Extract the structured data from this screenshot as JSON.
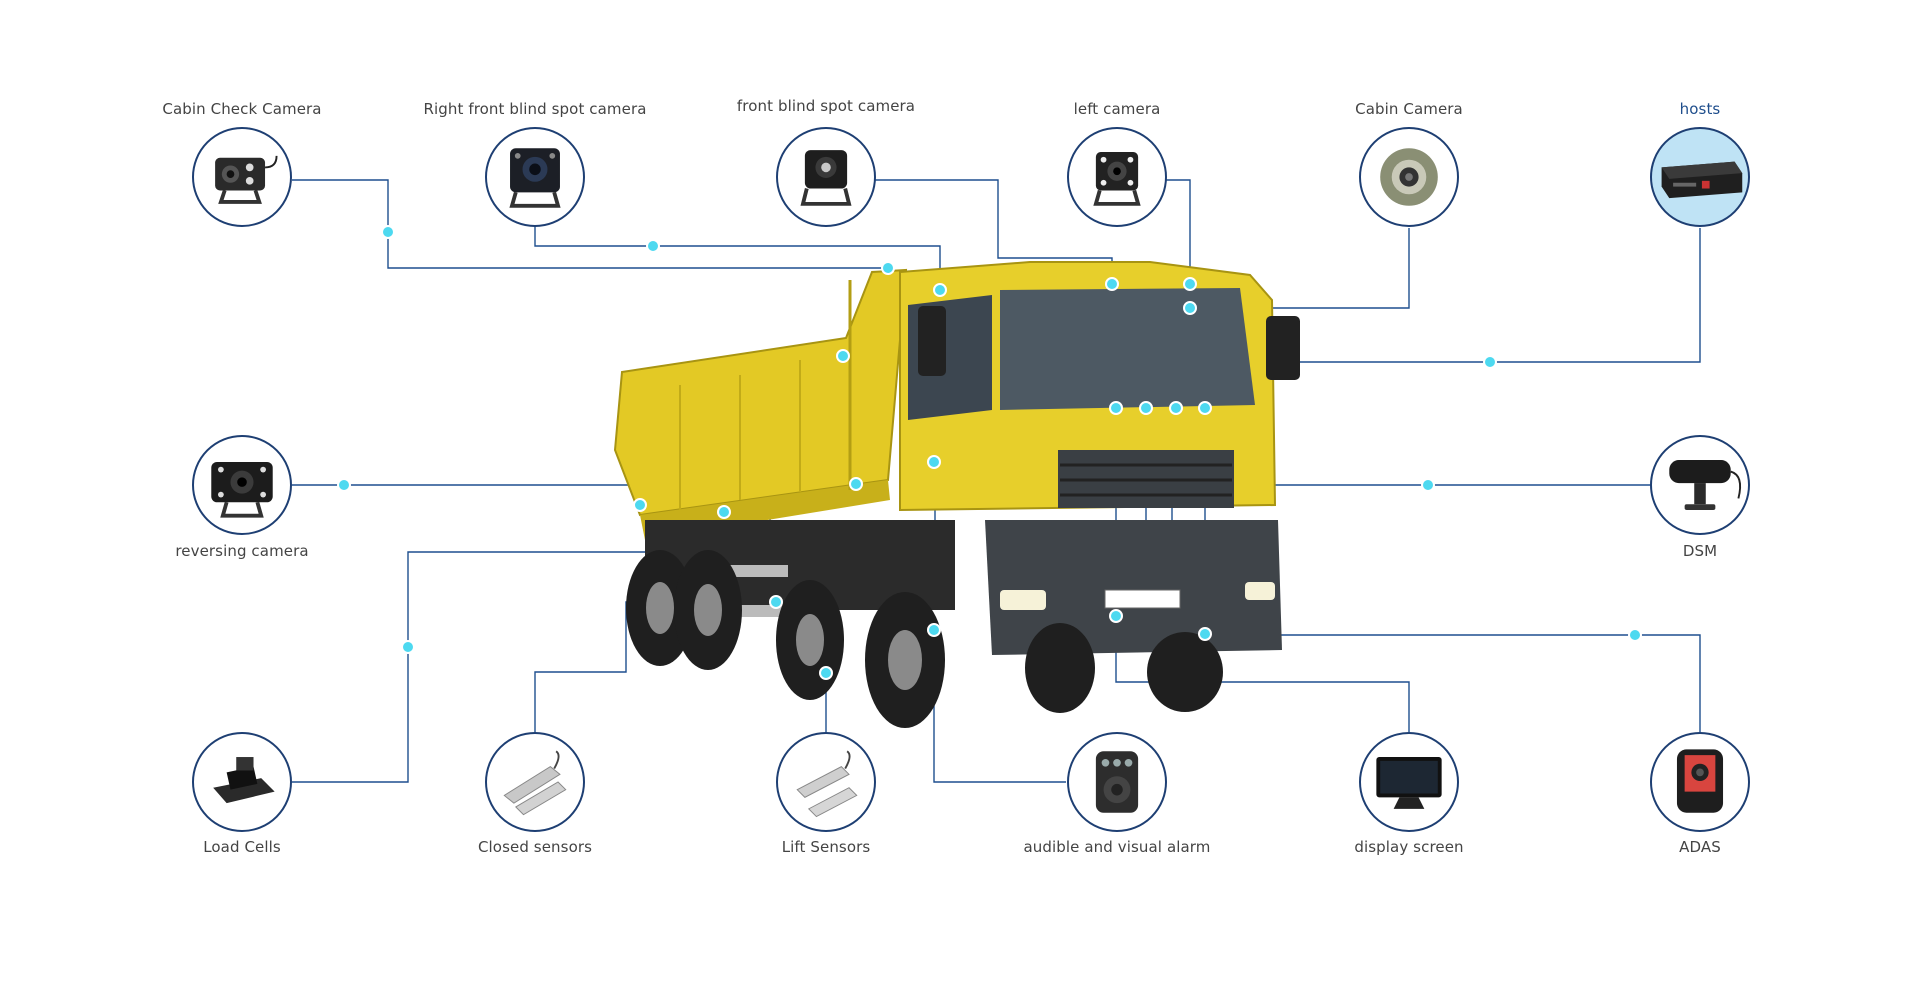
{
  "colors": {
    "line": "#1e4f8f",
    "dot": "#4dd9f0",
    "node_border": "#1e3f73",
    "label": "#444444",
    "accent_label": "#1f4e8c",
    "truck_body": "#e7cf2b"
  },
  "components": [
    {
      "key": "cabin_check_camera",
      "label": "Cabin Check Camera",
      "icon": "camera-icon"
    },
    {
      "key": "right_front_blind_spot",
      "label": "Right front blind spot camera",
      "icon": "camera-icon"
    },
    {
      "key": "front_blind_spot",
      "label": "front blind spot camera",
      "icon": "camera-icon"
    },
    {
      "key": "left_camera",
      "label": "left camera",
      "icon": "camera-icon"
    },
    {
      "key": "cabin_camera",
      "label": "Cabin Camera",
      "icon": "dome-camera-icon"
    },
    {
      "key": "hosts",
      "label": "hosts",
      "icon": "dvr-host-icon",
      "highlighted": true
    },
    {
      "key": "reversing_camera",
      "label": "reversing camera",
      "icon": "camera-icon"
    },
    {
      "key": "dsm",
      "label": "DSM",
      "icon": "dsm-camera-icon"
    },
    {
      "key": "load_cells",
      "label": "Load Cells",
      "icon": "load-cell-icon"
    },
    {
      "key": "closed_sensors",
      "label": "Closed sensors",
      "icon": "magnetic-sensor-icon"
    },
    {
      "key": "lift_sensors",
      "label": "Lift Sensors",
      "icon": "magnetic-sensor-icon"
    },
    {
      "key": "alarm",
      "label": "audible and visual alarm",
      "icon": "alarm-speaker-icon"
    },
    {
      "key": "display",
      "label": "display screen",
      "icon": "monitor-icon"
    },
    {
      "key": "adas",
      "label": "ADAS",
      "icon": "adas-camera-icon"
    }
  ]
}
